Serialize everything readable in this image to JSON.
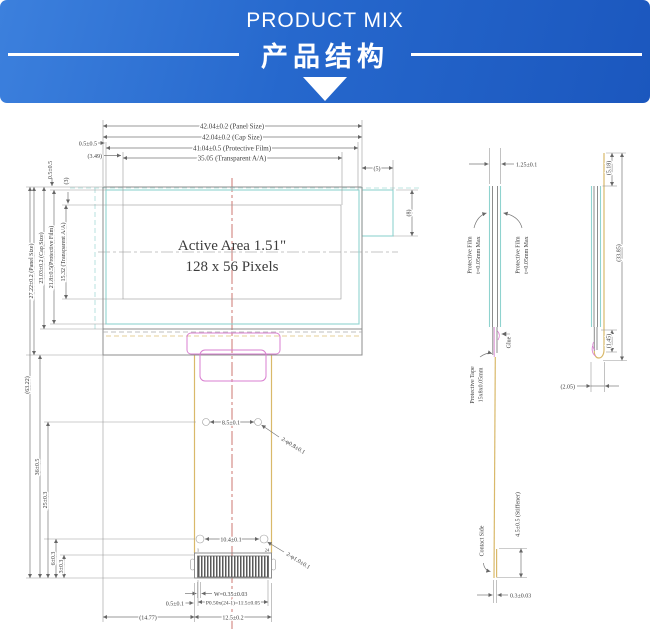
{
  "banner": {
    "title_en": "PRODUCT MIX",
    "title_zh": "产品结构"
  },
  "front": {
    "dim_panel_w": "42.04±0.2 (Panel Size)",
    "dim_cap_w": "42.04±0.2 (Cap Size)",
    "dim_film_w": "41.04±0.5 (Protective Film)",
    "dim_aa_w": "35.05 (Transparent A/A)",
    "dim_offset_h": "0.5±0.5",
    "dim_offset_h2": "(3.49)",
    "dim_offset_v": "0.5±0.5",
    "dim_offset_v2": "(3)",
    "dim_panel_h": "27.22±0.2 (Panel Size)",
    "dim_cap_h": "23.03±0.2 (Cap Size)",
    "dim_film_h": "21.8±0.5(Protective Film)",
    "dim_aa_h": "15.32 (Transparent A/A)",
    "dim_total_h": "(63.22)",
    "dim_fpc_len": "36±0.5",
    "dim_hole_len": "25±0.3",
    "dim_conn1": "6±0.3",
    "dim_conn2": "3±0.3",
    "dim_tab_w": "(5)",
    "dim_tab_h": "(8)",
    "active_area_1": "Active Area 1.51\"",
    "active_area_2": "128 x 56 Pixels",
    "dim_hole1": "8.5±0.1",
    "dim_hole1_d": "2-φ0.8±0.1",
    "dim_hole2": "10.4±0.1",
    "dim_hole2_d": "2-φ1.0±0.1",
    "pin_first": "1",
    "pin_last": "24",
    "dim_pin_w": "W=0.35±0.03",
    "dim_pitch": "P0.50x(24-1)=11.5±0.05",
    "dim_fpc_edge": "0.5±0.1",
    "dim_fpc_w": "12.5±0.2",
    "dim_left_ext": "(14.77)"
  },
  "side1": {
    "dim_thickness": "1.25±0.1",
    "film_label_1": "Protective Film",
    "film_label_2": "t=0.05mm Max",
    "glue": "Glue",
    "tape_1": "Protective Tape",
    "tape_2": "15x8x0.05mm",
    "contact": "Contact Side",
    "stiffener": "4.5±0.5 (Stiffener)",
    "dim_fpc_t": "0.3±0.03"
  },
  "side2": {
    "dim_top": "(5.18)",
    "dim_total": "(33.85)",
    "dim_bottom_gap": "(1.45)",
    "dim_bend": "(2.05)"
  },
  "colors": {
    "banner_blue": "#2668cd",
    "film_teal": "#8fd3cf",
    "fpc_tan": "#d9b96a",
    "connector_pink": "#d97fd0",
    "centerline_red": "#c0564e"
  }
}
